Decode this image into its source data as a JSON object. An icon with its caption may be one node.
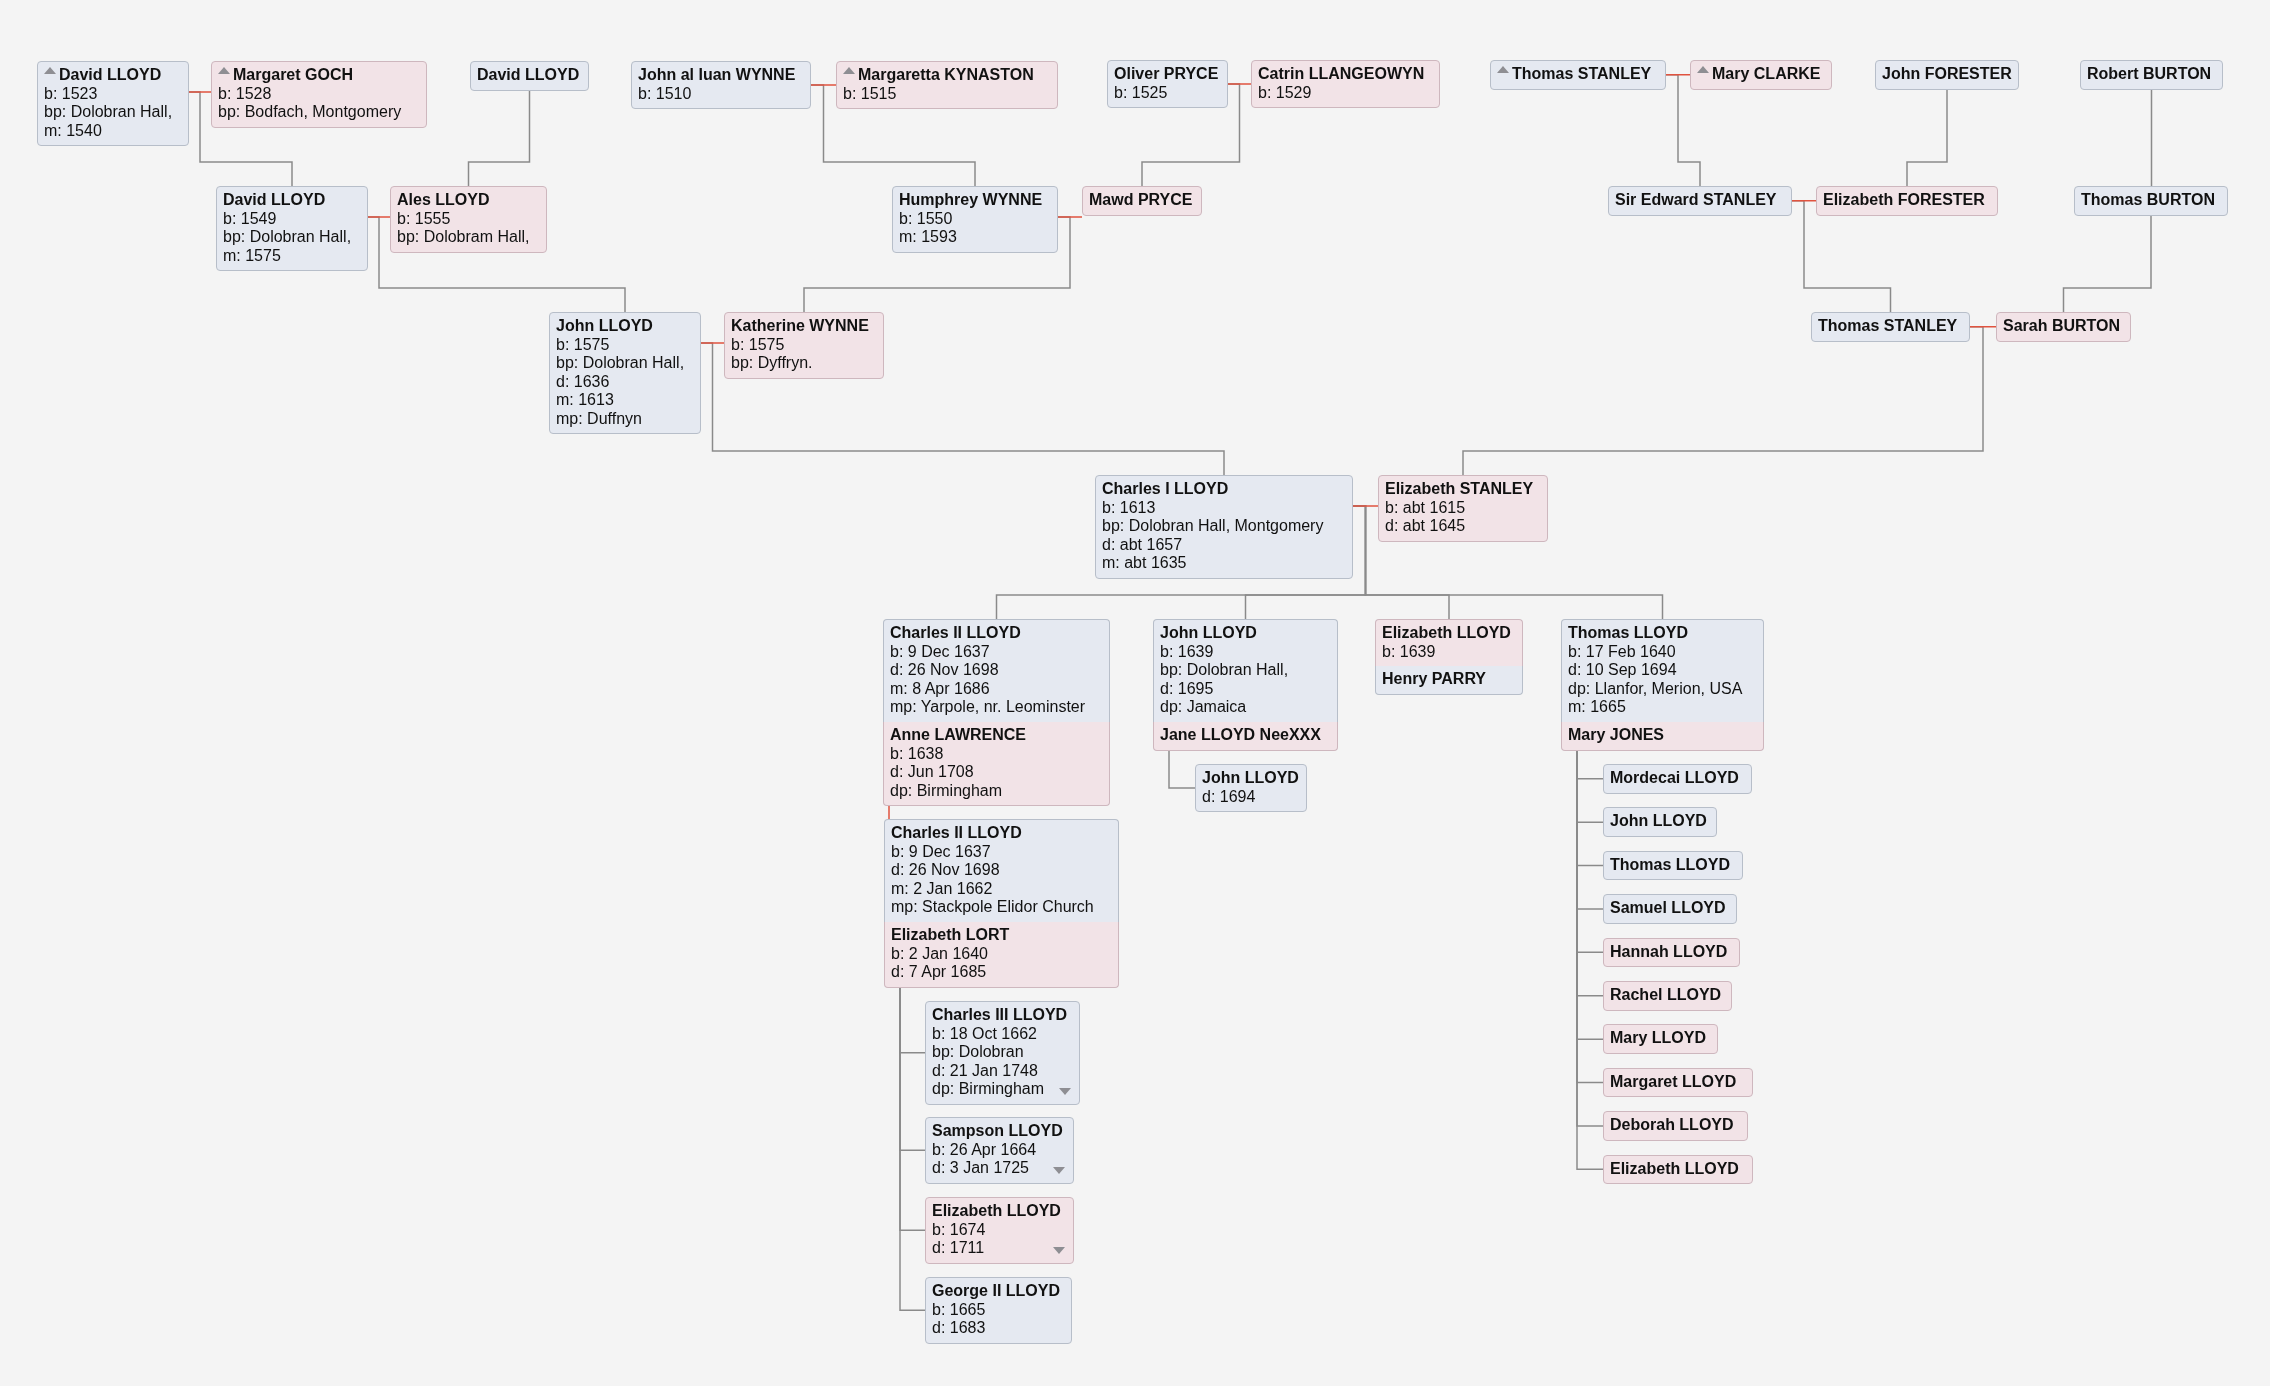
{
  "diagram": {
    "nodes": [
      {
        "text": [
          "David LLOYD",
          "b: 1523",
          "bp: Dolobran Hall,",
          "m: 1540"
        ]
      },
      {
        "text": [
          "Margaret GOCH",
          "b: 1528",
          "bp: Bodfach, Montgomery"
        ]
      },
      {
        "text": [
          "David LLOYD"
        ]
      },
      {
        "text": [
          "John al Iuan WYNNE",
          "b: 1510"
        ]
      },
      {
        "text": [
          "Margaretta KYNASTON",
          "b: 1515"
        ]
      },
      {
        "text": [
          "Oliver PRYCE",
          "b: 1525"
        ]
      },
      {
        "text": [
          "Catrin LLANGEOWYN",
          "b: 1529"
        ]
      },
      {
        "text": [
          "Thomas STANLEY"
        ]
      },
      {
        "text": [
          "Mary CLARKE"
        ]
      },
      {
        "text": [
          "John FORESTER"
        ]
      },
      {
        "text": [
          "Robert BURTON"
        ]
      },
      {
        "text": [
          "David LLOYD",
          "b: 1549",
          "bp: Dolobran Hall,",
          "m: 1575"
        ]
      },
      {
        "text": [
          "Ales LLOYD",
          "b: 1555",
          "bp: Dolobram Hall,"
        ]
      },
      {
        "text": [
          "Humphrey WYNNE",
          "b: 1550",
          "m: 1593"
        ]
      },
      {
        "text": [
          "Mawd PRYCE"
        ]
      },
      {
        "text": [
          "Sir Edward STANLEY"
        ]
      },
      {
        "text": [
          "Elizabeth FORESTER"
        ]
      },
      {
        "text": [
          "Thomas BURTON"
        ]
      },
      {
        "text": [
          "John LLOYD",
          "b: 1575",
          "bp: Dolobran Hall,",
          "d: 1636",
          "m: 1613",
          "mp: Duffnyn"
        ]
      },
      {
        "text": [
          "Katherine WYNNE",
          "b: 1575",
          "bp: Dyffryn."
        ]
      },
      {
        "text": [
          "Thomas STANLEY"
        ]
      },
      {
        "text": [
          "Sarah BURTON"
        ]
      },
      {
        "text": [
          "Charles I LLOYD",
          "b: 1613",
          "bp: Dolobran Hall, Montgomery",
          "d: abt 1657",
          "m: abt 1635"
        ]
      },
      {
        "text": [
          "Elizabeth STANLEY",
          "b: abt 1615",
          "d: abt 1645"
        ]
      },
      {
        "text": [
          "Charles II LLOYD",
          "b: 9 Dec 1637",
          "d: 26 Nov 1698",
          "m: 8 Apr 1686",
          "mp: Yarpole, nr. Leominster"
        ]
      },
      {
        "text": [
          "Anne LAWRENCE",
          "b: 1638",
          "d: Jun 1708",
          "dp: Birmingham"
        ]
      },
      {
        "text": [
          "John LLOYD",
          "b: 1639",
          "bp: Dolobran Hall,",
          "d: 1695",
          "dp: Jamaica"
        ]
      },
      {
        "text": [
          "Jane LLOYD NeeXXX"
        ]
      },
      {
        "text": [
          "Elizabeth LLOYD",
          "b: 1639"
        ]
      },
      {
        "text": [
          "Henry PARRY"
        ]
      },
      {
        "text": [
          "Thomas LLOYD",
          "b: 17 Feb 1640",
          "d: 10 Sep 1694",
          "dp: Llanfor, Merion, USA",
          "m: 1665"
        ]
      },
      {
        "text": [
          "Mary JONES"
        ]
      },
      {
        "text": [
          "John LLOYD",
          "d: 1694"
        ]
      },
      {
        "text": [
          "Charles II LLOYD",
          "b: 9 Dec 1637",
          "d: 26 Nov 1698",
          "m: 2 Jan 1662",
          "mp: Stackpole Elidor Church"
        ]
      },
      {
        "text": [
          "Elizabeth LORT",
          "b: 2 Jan 1640",
          "d: 7 Apr 1685"
        ]
      },
      {
        "text": [
          "Charles III LLOYD",
          "b: 18 Oct 1662",
          "bp: Dolobran",
          "d: 21 Jan 1748",
          "dp: Birmingham"
        ]
      },
      {
        "text": [
          "Sampson LLOYD",
          "b: 26 Apr 1664",
          "d: 3 Jan 1725"
        ]
      },
      {
        "text": [
          "Elizabeth LLOYD",
          "b: 1674",
          "d: 1711"
        ]
      },
      {
        "text": [
          "George II LLOYD",
          "b: 1665",
          "d: 1683"
        ]
      },
      {
        "text": [
          "Mordecai LLOYD"
        ]
      },
      {
        "text": [
          "John LLOYD"
        ]
      },
      {
        "text": [
          "Thomas LLOYD"
        ]
      },
      {
        "text": [
          "Samuel LLOYD"
        ]
      },
      {
        "text": [
          "Hannah LLOYD"
        ]
      },
      {
        "text": [
          "Rachel LLOYD"
        ]
      },
      {
        "text": [
          "Mary LLOYD"
        ]
      },
      {
        "text": [
          "Margaret LLOYD"
        ]
      },
      {
        "text": [
          "Deborah LLOYD"
        ]
      },
      {
        "text": [
          "Elizabeth LLOYD"
        ]
      }
    ],
    "edges": [
      {
        "from": 0,
        "to": 1,
        "arrow": "none",
        "color": "#e0533f"
      },
      {
        "from": 3,
        "to": 4,
        "arrow": "none",
        "color": "#e0533f"
      },
      {
        "from": 5,
        "to": 6,
        "arrow": "none",
        "color": "#e0533f"
      },
      {
        "from": 7,
        "to": 8,
        "arrow": "none",
        "color": "#e0533f"
      },
      {
        "from": 0,
        "to": 11,
        "arrow": "none"
      },
      {
        "from": 2,
        "to": 12,
        "arrow": "none"
      },
      {
        "from": 3,
        "to": 13,
        "arrow": "none"
      },
      {
        "from": 5,
        "to": 14,
        "arrow": "none"
      },
      {
        "from": 7,
        "to": 15,
        "arrow": "none"
      },
      {
        "from": 9,
        "to": 16,
        "arrow": "none"
      },
      {
        "from": 10,
        "to": 17,
        "arrow": "none"
      },
      {
        "from": 11,
        "to": 12,
        "arrow": "none",
        "color": "#e0533f"
      },
      {
        "from": 13,
        "to": 14,
        "arrow": "none",
        "color": "#e0533f"
      },
      {
        "from": 15,
        "to": 16,
        "arrow": "none",
        "color": "#e0533f"
      },
      {
        "from": 11,
        "to": 18,
        "arrow": "none"
      },
      {
        "from": 13,
        "to": 19,
        "arrow": "none"
      },
      {
        "from": 15,
        "to": 20,
        "arrow": "none"
      },
      {
        "from": 17,
        "to": 21,
        "arrow": "none"
      },
      {
        "from": 18,
        "to": 19,
        "arrow": "none",
        "color": "#e0533f"
      },
      {
        "from": 20,
        "to": 21,
        "arrow": "none",
        "color": "#e0533f"
      },
      {
        "from": 18,
        "to": 22,
        "arrow": "none"
      },
      {
        "from": 20,
        "to": 23,
        "arrow": "none"
      },
      {
        "from": 22,
        "to": 23,
        "arrow": "none",
        "color": "#e0533f"
      },
      {
        "from": 22,
        "to": 24,
        "arrow": "none"
      },
      {
        "from": 22,
        "to": 26,
        "arrow": "none"
      },
      {
        "from": 22,
        "to": 28,
        "arrow": "none"
      },
      {
        "from": 22,
        "to": 30,
        "arrow": "none"
      },
      {
        "from": 27,
        "to": 32,
        "arrow": "none"
      },
      {
        "from": 25,
        "to": 33,
        "arrow": "none",
        "color": "#e0533f"
      },
      {
        "from": 34,
        "to": 35,
        "arrow": "none"
      },
      {
        "from": 34,
        "to": 36,
        "arrow": "none"
      },
      {
        "from": 34,
        "to": 37,
        "arrow": "none"
      },
      {
        "from": 34,
        "to": 38,
        "arrow": "none"
      },
      {
        "from": 31,
        "to": 39,
        "arrow": "none"
      },
      {
        "from": 31,
        "to": 40,
        "arrow": "none"
      },
      {
        "from": 31,
        "to": 41,
        "arrow": "none"
      },
      {
        "from": 31,
        "to": 42,
        "arrow": "none"
      },
      {
        "from": 31,
        "to": 43,
        "arrow": "none"
      },
      {
        "from": 31,
        "to": 44,
        "arrow": "none"
      },
      {
        "from": 31,
        "to": 45,
        "arrow": "none"
      },
      {
        "from": 31,
        "to": 46,
        "arrow": "none"
      },
      {
        "from": 31,
        "to": 47,
        "arrow": "none"
      },
      {
        "from": 31,
        "to": 48,
        "arrow": "none"
      }
    ]
  }
}
